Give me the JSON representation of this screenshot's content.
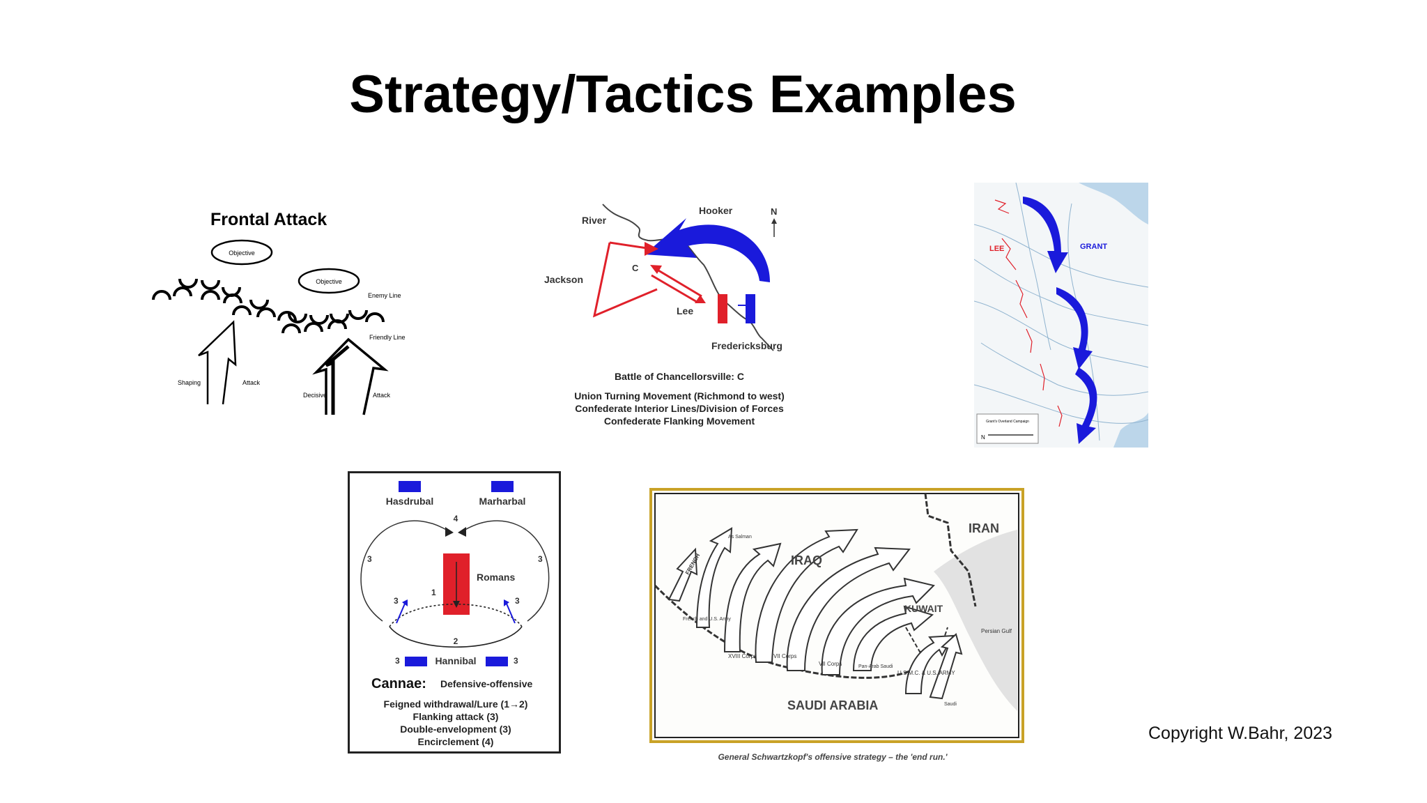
{
  "slide": {
    "title": "Strategy/Tactics Examples",
    "copyright": "Copyright W.Bahr, 2023"
  },
  "frontal": {
    "title": "Frontal Attack",
    "objective1": "Objective",
    "objective2": "Objective",
    "enemy_line": "Enemy Line",
    "friendly_line": "Friendly Line",
    "shaping": "Shaping",
    "attack1": "Attack",
    "decisive": "Decisive",
    "attack2": "Attack"
  },
  "chancellorsville": {
    "river": "River",
    "hooker": "Hooker",
    "north": "N",
    "c_label": "C",
    "jackson": "Jackson",
    "lee": "Lee",
    "fredericksburg": "Fredericksburg",
    "caption_title": "Battle of Chancellorsville:  C",
    "caption_line1": "Union Turning Movement (Richmond to west)",
    "caption_line2": "Confederate Interior Lines/Division of Forces",
    "caption_line3": "Confederate Flanking Movement",
    "colors": {
      "union": "#1a1adb",
      "confederate": "#e0202a"
    }
  },
  "overland": {
    "lee": "LEE",
    "grant": "GRANT",
    "legend_title": "Grant's Overland Campaign",
    "north": "N"
  },
  "cannae": {
    "hasdrubal": "Hasdrubal",
    "marharbal": "Marharbal",
    "romans": "Romans",
    "hannibal": "Hannibal",
    "n4": "4",
    "n3_left": "3",
    "n3_right": "3",
    "n3_inner_left": "3",
    "n3_inner_right": "3",
    "n1": "1",
    "n2": "2",
    "n3_bottom_left": "3",
    "n3_bottom_right": "3",
    "title": "Cannae:",
    "subtitle": "Defensive-offensive",
    "line1": "Feigned withdrawal/Lure (1→2)",
    "line2": "Flanking attack (3)",
    "line3": "Double-envelopment (3)",
    "line4": "Encirclement (4)"
  },
  "gulf": {
    "iran": "IRAN",
    "iraq": "IRAQ",
    "kuwait": "KUWAIT",
    "saudi": "SAUDI ARABIA",
    "as_salman": "As Salman",
    "french": "FRENCH",
    "french_us": "French and U.S. Army",
    "xviii": "XVIII Corps",
    "vii": "VII Corps",
    "vii2": "VII Corps",
    "pan_arab": "Pan-Arab Saudi",
    "usmc": "U.S.M.C. & U.S. ARMY",
    "saudi2": "Saudi",
    "persian_gulf": "Persian Gulf",
    "caption": "General Schwartzkopf's offensive strategy – the 'end run.'"
  }
}
